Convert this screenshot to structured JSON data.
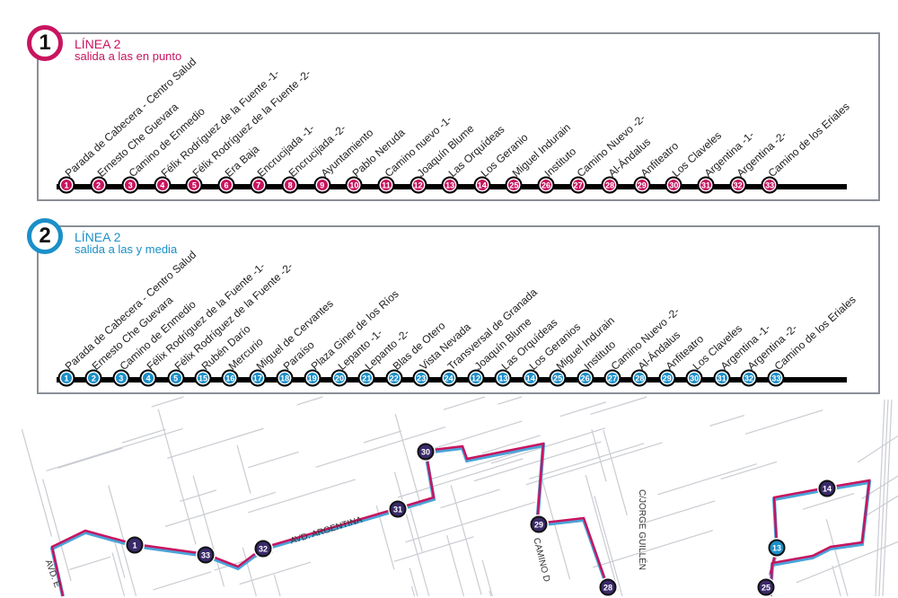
{
  "colors": {
    "line1": "#c8145f",
    "line2": "#1b8fc8",
    "route": "#c8145f",
    "route_shadow": "#4aa3d8"
  },
  "line1": {
    "number": "1",
    "title": "LÍNEA 2",
    "subtitle": "salida a las en punto",
    "stops": [
      {
        "n": "1",
        "name": "Parada de Cabecera - Centro Salud"
      },
      {
        "n": "2",
        "name": "Ernesto Che Guevara"
      },
      {
        "n": "3",
        "name": "Camino de Enmedio"
      },
      {
        "n": "4",
        "name": "Félix Rodríguez de la Fuente -1-"
      },
      {
        "n": "5",
        "name": "Félix Rodríguez de la Fuente -2-"
      },
      {
        "n": "6",
        "name": "Era Baja"
      },
      {
        "n": "7",
        "name": "Encrucijada -1-"
      },
      {
        "n": "8",
        "name": "Encrucijada -2-"
      },
      {
        "n": "9",
        "name": "Ayuntamiento"
      },
      {
        "n": "10",
        "name": "Pablo Neruda"
      },
      {
        "n": "11",
        "name": "Camino nuevo -1-"
      },
      {
        "n": "12",
        "name": "Joaquín Blume"
      },
      {
        "n": "13",
        "name": "Las Orquídeas"
      },
      {
        "n": "14",
        "name": "Los Geranio"
      },
      {
        "n": "25",
        "name": "Miguel Indurain"
      },
      {
        "n": "26",
        "name": "Instituto"
      },
      {
        "n": "27",
        "name": "Camino Nuevo -2-"
      },
      {
        "n": "28",
        "name": "Al-Ándalus"
      },
      {
        "n": "29",
        "name": "Anfiteatro"
      },
      {
        "n": "30",
        "name": "Los Claveles"
      },
      {
        "n": "31",
        "name": "Argentina -1-"
      },
      {
        "n": "32",
        "name": "Argentina -2-"
      },
      {
        "n": "33",
        "name": "Camino de los Eriales"
      }
    ]
  },
  "line2": {
    "number": "2",
    "title": "LÍNEA 2",
    "subtitle": "salida a las y media",
    "stops": [
      {
        "n": "1",
        "name": "Parada de Cabecera - Centro Salud"
      },
      {
        "n": "2",
        "name": "Ernesto Che Guevara"
      },
      {
        "n": "3",
        "name": "Camino de Enmedio"
      },
      {
        "n": "4",
        "name": "Félix Rodríguez de la Fuente -1-"
      },
      {
        "n": "5",
        "name": "Félix Rodríguez de la Fuente -2-"
      },
      {
        "n": "15",
        "name": "Rubén Darío"
      },
      {
        "n": "16",
        "name": "Mercurio"
      },
      {
        "n": "17",
        "name": "Miguel de Cervantes"
      },
      {
        "n": "18",
        "name": "Paraíso"
      },
      {
        "n": "19",
        "name": "Plaza Giner de los Ríos"
      },
      {
        "n": "20",
        "name": "Lepanto -1-"
      },
      {
        "n": "21",
        "name": "Lepanto -2-"
      },
      {
        "n": "22",
        "name": "Blas de Otero"
      },
      {
        "n": "23",
        "name": "Vista Nevada"
      },
      {
        "n": "24",
        "name": "Transversal de Granada"
      },
      {
        "n": "12",
        "name": "Joaquín Blume"
      },
      {
        "n": "13",
        "name": "Las Orquídeas"
      },
      {
        "n": "14",
        "name": "Los Geranios"
      },
      {
        "n": "25",
        "name": "Miguel Indurain"
      },
      {
        "n": "26",
        "name": "Instituto"
      },
      {
        "n": "27",
        "name": "Camino Nuevo -2-"
      },
      {
        "n": "28",
        "name": "Al-Ándalus"
      },
      {
        "n": "29",
        "name": "Anfiteatro"
      },
      {
        "n": "30",
        "name": "Los Claveles"
      },
      {
        "n": "31",
        "name": "Argentina -1-"
      },
      {
        "n": "32",
        "name": "Argentina -2-"
      },
      {
        "n": "33",
        "name": "Camino de los Eriales"
      }
    ]
  },
  "map": {
    "streets": {
      "argentina": "AVD. ARGENTINA",
      "camino": "CAMINO D",
      "guillen": "C/JORGE GUILLÉN",
      "avd": "AVD. E"
    },
    "stations": [
      "1",
      "33",
      "32",
      "31",
      "30",
      "29",
      "28",
      "14",
      "13",
      "25"
    ]
  }
}
